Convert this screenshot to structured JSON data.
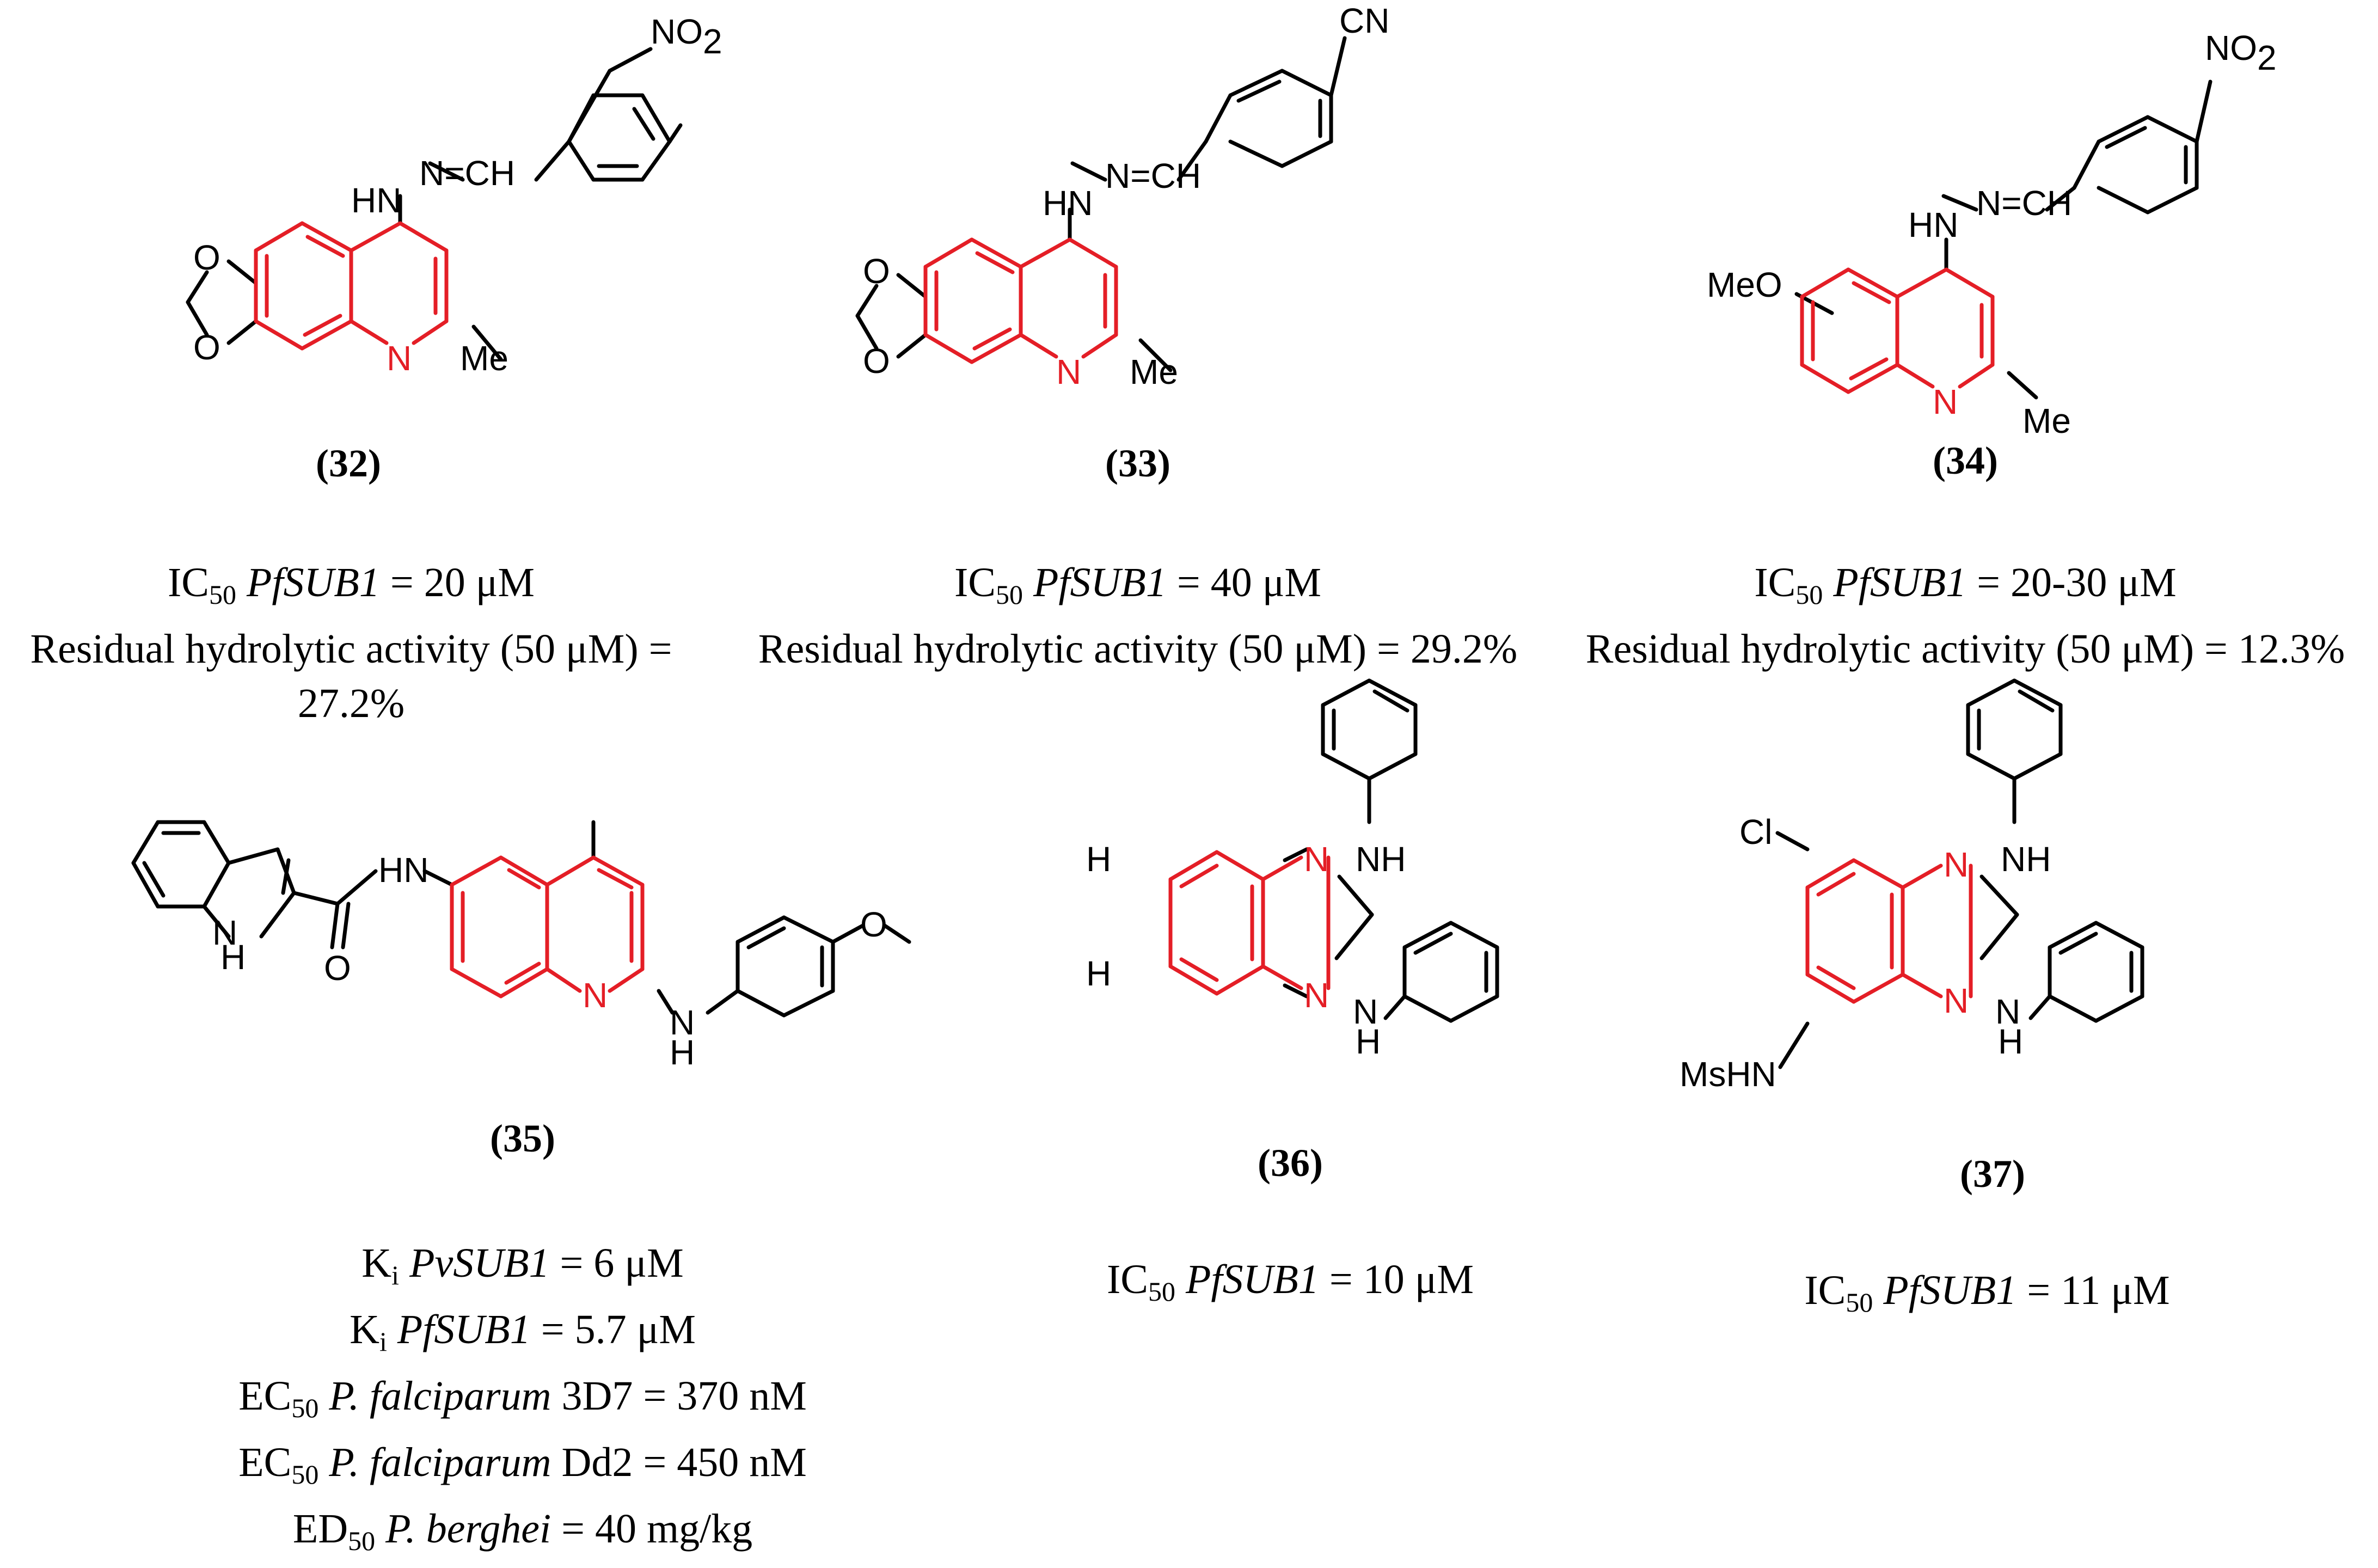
{
  "compounds": [
    {
      "id": "(32)",
      "lines": [
        "IC|50| |PfSUB1| = 20 μM",
        "Residual hydrolytic activity (50 μM) =",
        "27.2%"
      ]
    },
    {
      "id": "(33)",
      "lines": [
        "IC|50| |PfSUB1| = 40 μM",
        "Residual hydrolytic activity (50 μM) = 29.2%"
      ]
    },
    {
      "id": "(34)",
      "lines": [
        "IC|50| |PfSUB1| = 20-30 μM",
        "Residual hydrolytic activity (50 μM) = 12.3%"
      ]
    },
    {
      "id": "(35)",
      "lines": [
        "K|i| |PvSUB1| = 6 μM",
        "K|i| |PfSUB1| = 5.7 μM",
        "EC|50| |P. falciparum| 3D7 = 370 nM",
        "EC|50| |P. falciparum| Dd2 = 450 nM",
        "ED|50| |P. berghei| = 40 mg/kg"
      ]
    },
    {
      "id": "(36)",
      "lines": [
        "IC|50| |PfSUB1| = 10 μM"
      ]
    },
    {
      "id": "(37)",
      "lines": [
        "IC|50| |PfSUB1| = 11 μM"
      ]
    }
  ],
  "atoms": {
    "no2": "NO",
    "no2_sub": "2",
    "cn": "CN",
    "nh": "HN",
    "n_eq": "N=CH",
    "me": "Me",
    "n": "N",
    "o": "O",
    "meo": "MeO",
    "hn": "HN",
    "nh_r": "NH",
    "h": "H",
    "cl": "Cl",
    "mshn": "MsHN"
  },
  "colors": {
    "highlight": "#e41e26",
    "bond": "#000000"
  }
}
